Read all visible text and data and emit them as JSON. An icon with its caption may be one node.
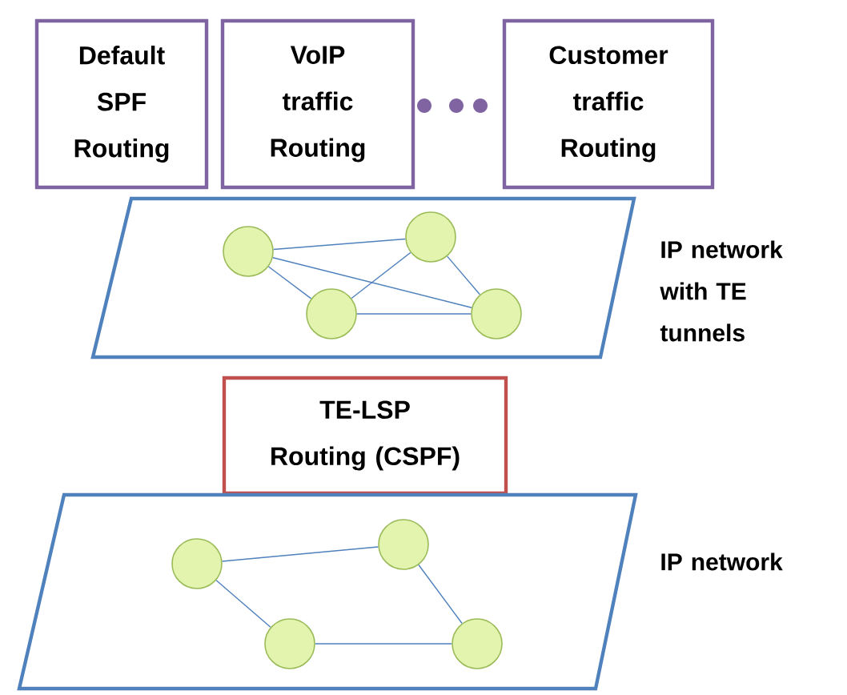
{
  "diagram": {
    "nodes": [
      {
        "text": [
          "Default SPF Routing"
        ]
      },
      {
        "text": [
          "VoIP traffic Routing"
        ]
      },
      {
        "text": [
          "Customer traffic Routing"
        ]
      },
      {
        "text": [
          "IP network with TE tunnels"
        ]
      },
      {
        "text": [],
        "shape": "circle",
        "in": 3
      },
      {
        "text": [],
        "shape": "circle",
        "in": 3
      },
      {
        "text": [],
        "shape": "circle",
        "in": 3
      },
      {
        "text": [],
        "shape": "circle",
        "in": 3
      },
      {
        "text": [
          "TE-LSP Routing (CSPF)"
        ]
      },
      {
        "text": [
          "IP network"
        ]
      },
      {
        "text": [],
        "shape": "circle",
        "in": 9
      },
      {
        "text": [],
        "shape": "circle",
        "in": 9
      },
      {
        "text": [],
        "shape": "circle",
        "in": 9
      },
      {
        "text": [],
        "shape": "circle",
        "in": 9
      }
    ],
    "edges": [
      {
        "from": 4,
        "to": 5,
        "arrow": "none"
      },
      {
        "from": 4,
        "to": 6,
        "arrow": "none"
      },
      {
        "from": 4,
        "to": 7,
        "arrow": "none"
      },
      {
        "from": 5,
        "to": 6,
        "arrow": "none"
      },
      {
        "from": 5,
        "to": 7,
        "arrow": "none"
      },
      {
        "from": 6,
        "to": 7,
        "arrow": "none"
      },
      {
        "from": 10,
        "to": 11,
        "arrow": "none"
      },
      {
        "from": 10,
        "to": 12,
        "arrow": "none"
      },
      {
        "from": 11,
        "to": 13,
        "arrow": "none"
      },
      {
        "from": 12,
        "to": 13,
        "arrow": "none"
      }
    ]
  }
}
